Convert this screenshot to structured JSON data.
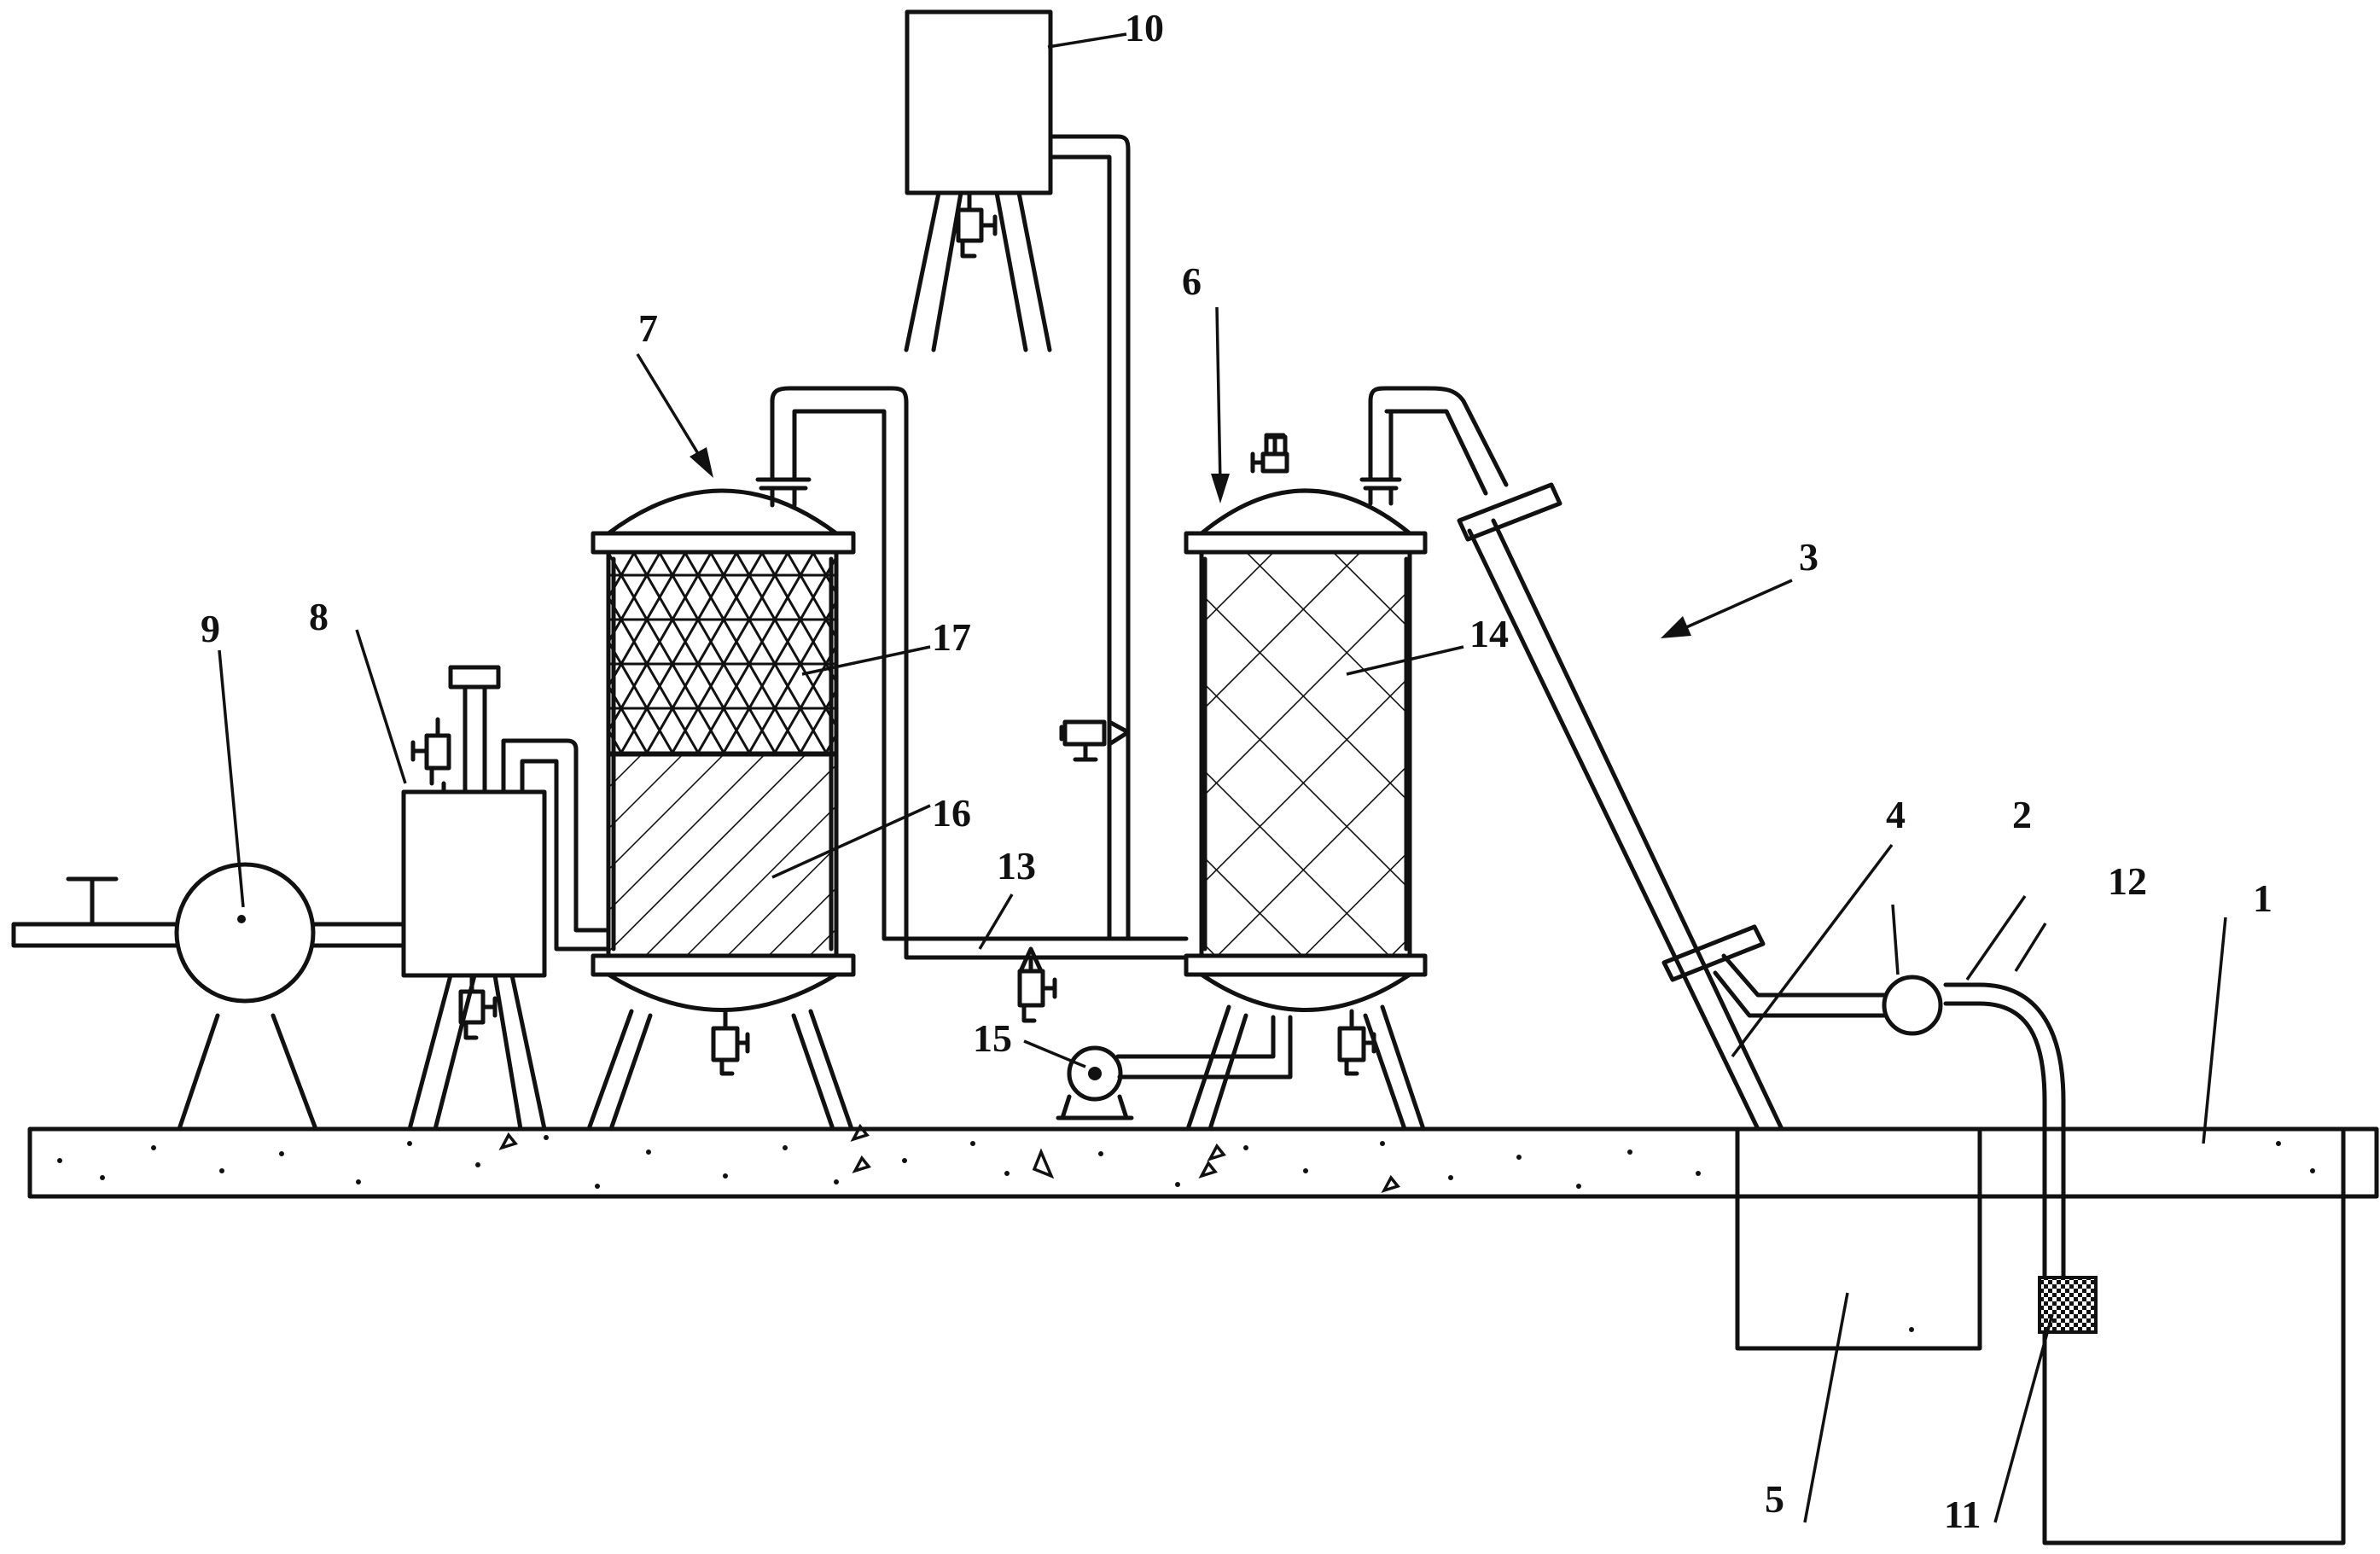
{
  "figure": {
    "part_numbers": {
      "p1": "1",
      "p2": "2",
      "p3": "3",
      "p4": "4",
      "p5": "5",
      "p6": "6",
      "p7": "7",
      "p8": "8",
      "p9": "9",
      "p10": "10",
      "p11": "11",
      "p12": "12",
      "p13": "13",
      "p14": "14",
      "p15": "15",
      "p16": "16",
      "p17": "17"
    }
  }
}
